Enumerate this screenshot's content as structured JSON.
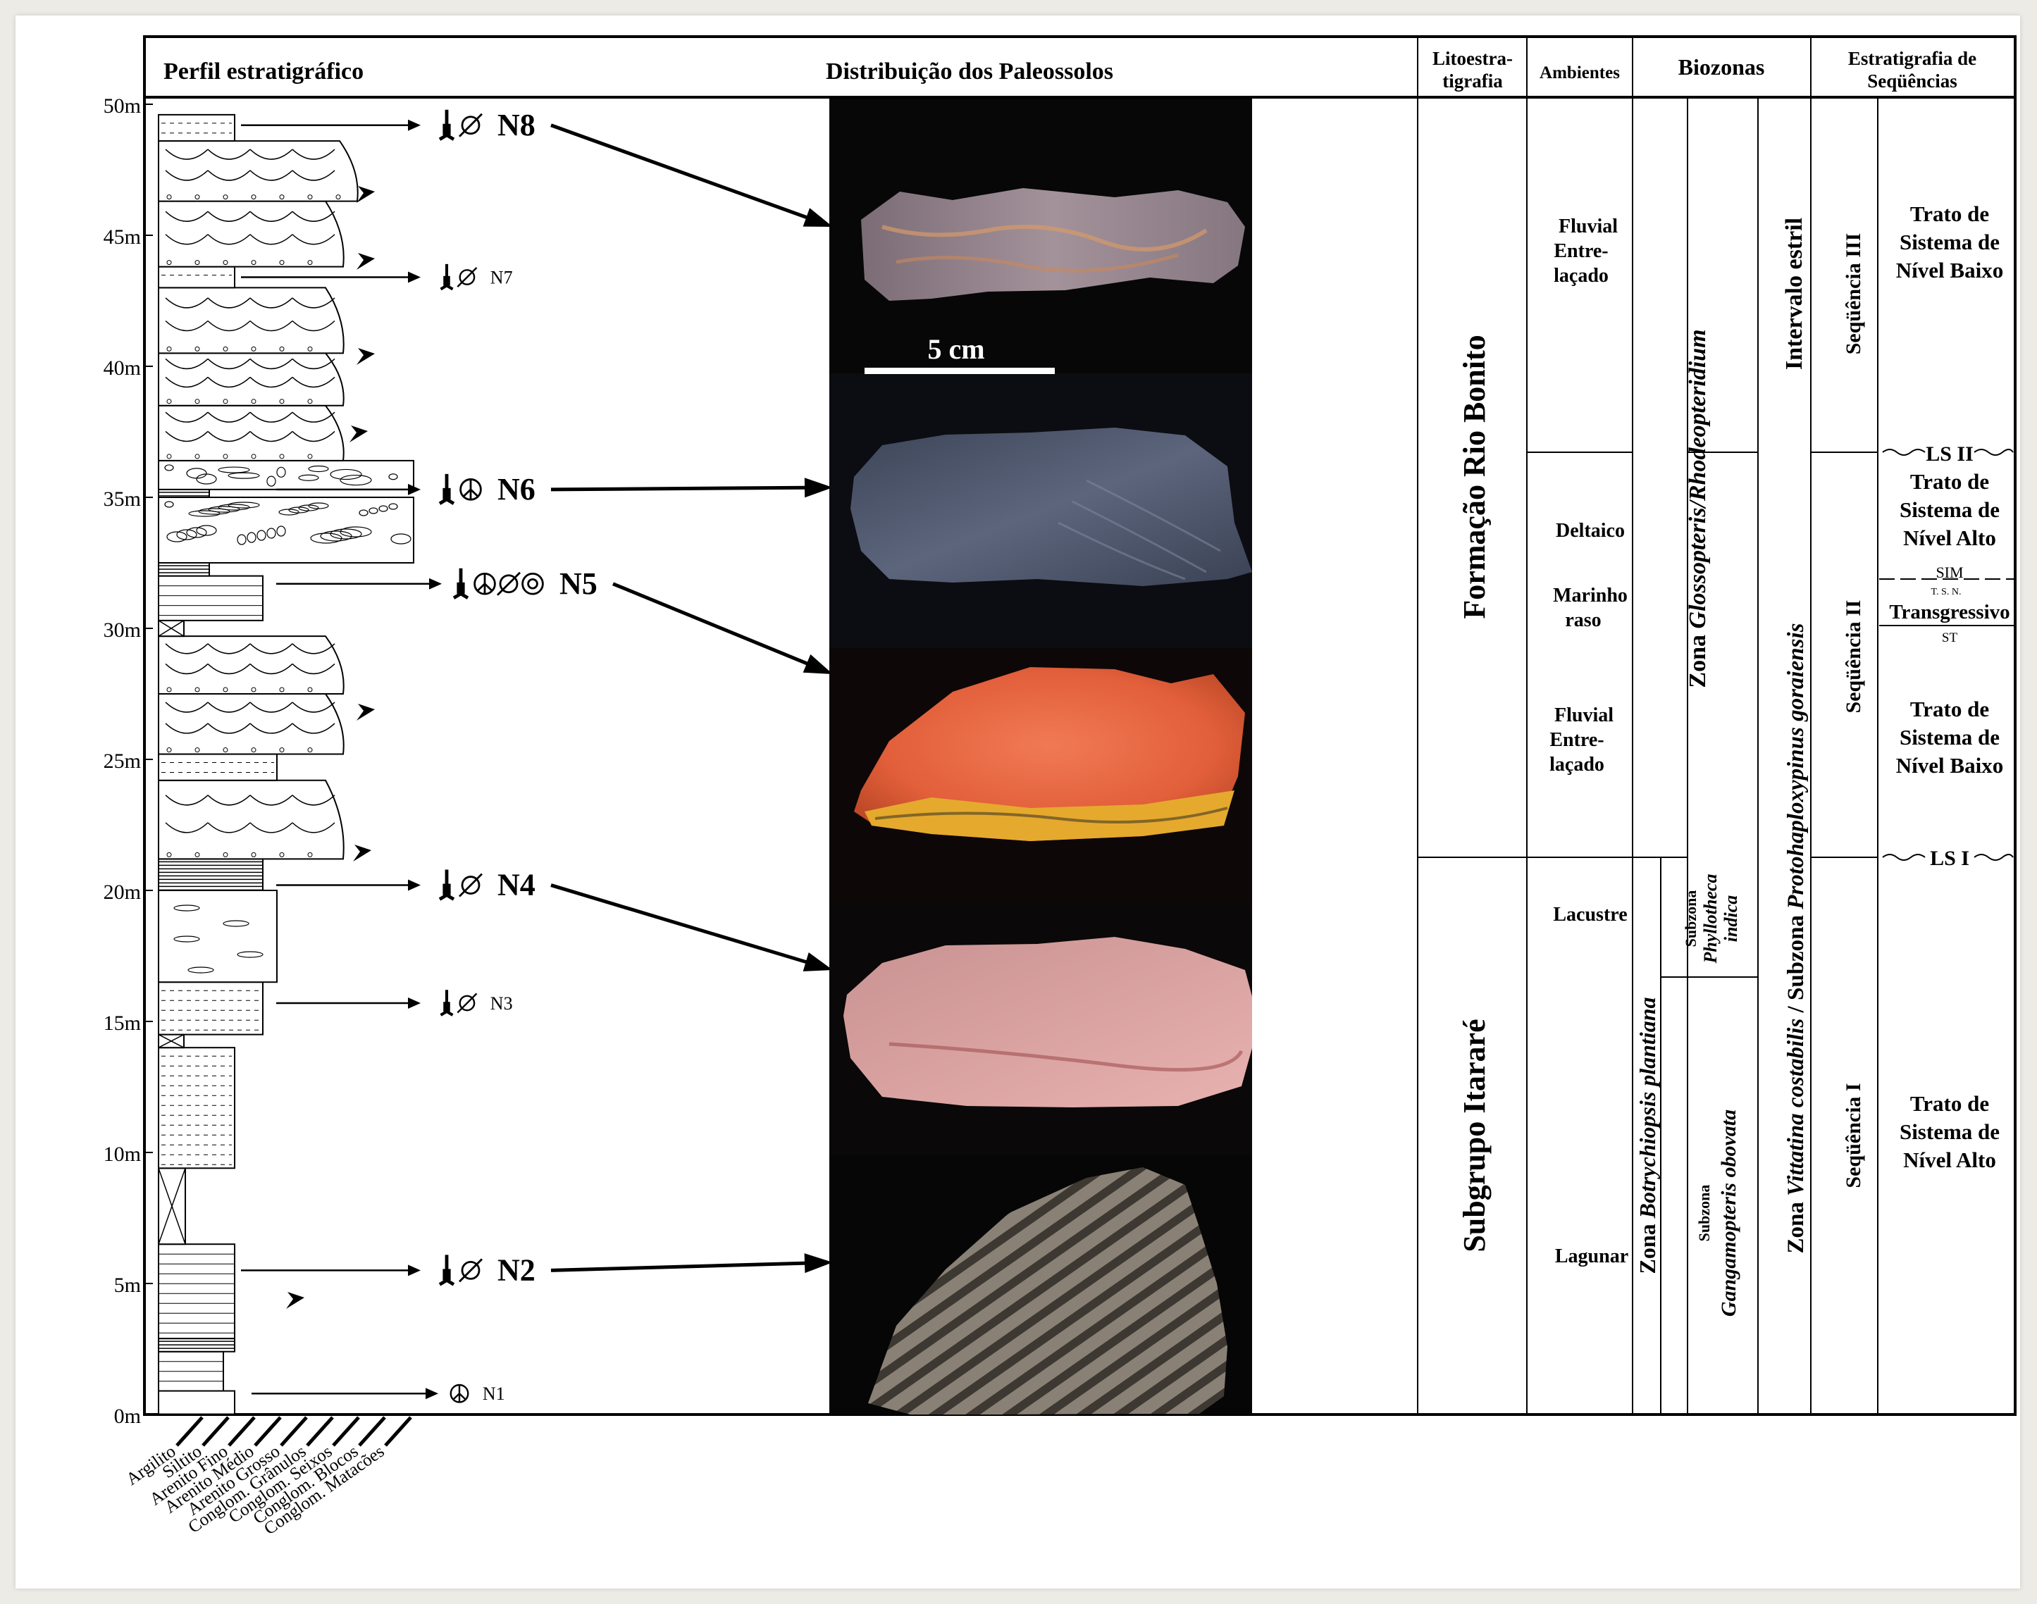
{
  "headers": {
    "perfil": "Perfil estratigráfico",
    "distribuicao": "Distribuição dos Paleossolos",
    "lito": [
      "Litoestra-",
      "tigrafia"
    ],
    "ambientes": "Ambientes",
    "biozonas": "Biozonas",
    "estratigrafia": [
      "Estratigrafia de",
      "Seqüências"
    ]
  },
  "axis": {
    "ticks": [
      "0m",
      "5m",
      "10m",
      "15m",
      "20m",
      "25m",
      "30m",
      "35m",
      "40m",
      "45m",
      "50m"
    ]
  },
  "grain_sizes": [
    "Argilito",
    "Siltito",
    "Arenito Fino",
    "Arenito Médio",
    "Arenito Grosso",
    "Conglom. Grânulos",
    "Conglom. Seixos",
    "Conglom. Blocos",
    "Conglom. Matacões"
  ],
  "paleosols": [
    {
      "label": "N8",
      "height_m": 49.2,
      "symbols": "root,slash"
    },
    {
      "label": "N7",
      "height_m": 43.4,
      "symbols": "root,slash"
    },
    {
      "label": "N6",
      "height_m": 35.3,
      "symbols": "root,peace"
    },
    {
      "label": "N5",
      "height_m": 31.7,
      "symbols": "root,peace,slash,target"
    },
    {
      "label": "N4",
      "height_m": 20.2,
      "symbols": "root,slash"
    },
    {
      "label": "N3",
      "height_m": 15.7,
      "symbols": "root,slash"
    },
    {
      "label": "N2",
      "height_m": 5.5,
      "symbols": "root,slash"
    },
    {
      "label": "N1",
      "height_m": 0.8,
      "symbols": "peace"
    }
  ],
  "scale_bar": "5 cm",
  "lithostratigraphy": {
    "upper": "Formação Rio Bonito",
    "lower": "Subgrupo Itararé"
  },
  "environments": {
    "top": [
      "Fluvial",
      "Entre-",
      "laçado"
    ],
    "deltaico": "Deltaico",
    "marinho": [
      "Marinho",
      "raso"
    ],
    "mid": [
      "Fluvial",
      "Entre-",
      "laçado"
    ],
    "lacustre": "Lacustre",
    "lagunar": "Lagunar"
  },
  "biozones": {
    "glossopteris": {
      "prefix": "Zona ",
      "italic": "Glossopteris/Rhodeopteridium"
    },
    "botrychiopsis": {
      "prefix": "Zona ",
      "italic": "Botrychiopsis plantiana"
    },
    "phyllotheca": {
      "prefix": "Subzona",
      "italic": [
        "Phyllotheca",
        "indica"
      ]
    },
    "gangamopteris": {
      "prefix": "Subzona",
      "italic": "Gangamopteris obovata"
    },
    "intervalo": "Intervalo estril",
    "vittatina": {
      "prefix": "Zona ",
      "italic1": "Vittatina costabilis",
      "mid": " / Subzona ",
      "italic2": "Protohaploxypinus goraiensis"
    }
  },
  "sequences": {
    "seq3": "Seqüência III",
    "seq2": "Seqüência II",
    "seq1": "Seqüência I",
    "trato_baixo_top": [
      "Trato de",
      "Sistema de",
      "Nível Baixo"
    ],
    "ls2": "LS II",
    "trato_alto_mid": [
      "Trato de",
      "Sistema de",
      "Nível Alto"
    ],
    "sim": "SIM",
    "tsn": "T. S. N.",
    "transgressivo": "Transgressivo",
    "st": "ST",
    "trato_baixo_mid": [
      "Trato de",
      "Sistema de",
      "Nível Baixo"
    ],
    "ls1": "LS I",
    "trato_alto_bottom": [
      "Trato de",
      "Sistema de",
      "Nível Alto"
    ]
  },
  "colors": {
    "line": "#000000",
    "sample_dark": "#0b0b10",
    "n8": "#8e7f86",
    "n6": "#4a5266",
    "n5": "#e0673d",
    "n4": "#c99596",
    "n2": "#6e6a66"
  }
}
